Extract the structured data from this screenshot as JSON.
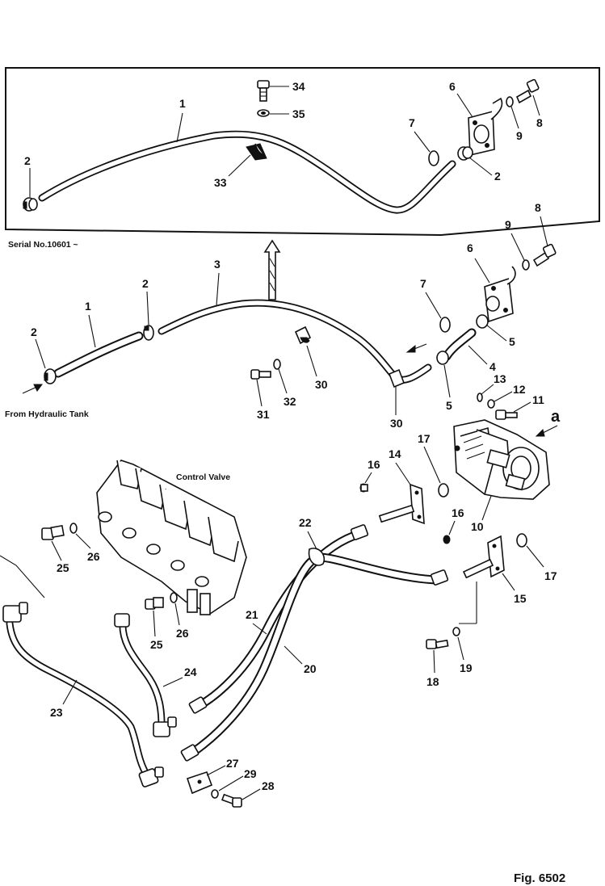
{
  "serial_label": "Serial No.10601 ~",
  "from_tank_label": "From Hydraulic Tank",
  "control_valve_label": "Control Valve",
  "figure_label": "Fig. 6502",
  "view_marker_a": "a",
  "callouts": {
    "c1_top": "1",
    "c2_top_left": "2",
    "c2_top_right": "2",
    "c6_top": "6",
    "c7_top": "7",
    "c8_top": "8",
    "c9_top": "9",
    "c33": "33",
    "c34": "34",
    "c35": "35",
    "c1": "1",
    "c2_left": "2",
    "c2_mid": "2",
    "c3": "3",
    "c4": "4",
    "c5_upper": "5",
    "c5_lower": "5",
    "c6": "6",
    "c7": "7",
    "c8": "8",
    "c9": "9",
    "c10": "10",
    "c11": "11",
    "c12": "12",
    "c13": "13",
    "c14": "14",
    "c15": "15",
    "c16_left": "16",
    "c16_right": "16",
    "c17_left": "17",
    "c17_right": "17",
    "c18": "18",
    "c19": "19",
    "c20": "20",
    "c21": "21",
    "c22": "22",
    "c23": "23",
    "c24": "24",
    "c25_upper": "25",
    "c25_lower": "25",
    "c26_upper": "26",
    "c26_lower": "26",
    "c27": "27",
    "c28": "28",
    "c29": "29",
    "c30_upper": "30",
    "c30_lower": "30",
    "c31": "31",
    "c32": "32"
  }
}
